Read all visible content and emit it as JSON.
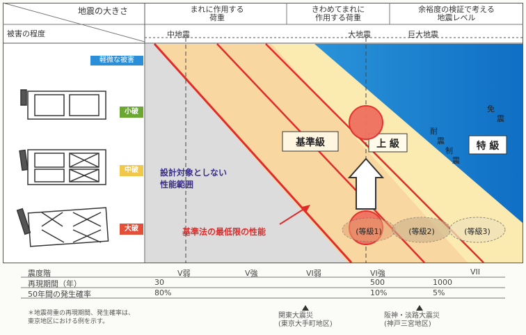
{
  "header": {
    "magnitude_label": "地震の大きさ",
    "damage_label": "被害の程度",
    "col1": [
      "まれに作用する",
      "荷重"
    ],
    "col2": [
      "きわめてまれに",
      "作用する荷重"
    ],
    "col3": [
      "余裕度の検証で考える",
      "地震レベル"
    ],
    "sub1": "中地震",
    "sub2": "大地震",
    "sub3": "巨大地震"
  },
  "damage_levels": {
    "light": "軽微な被害",
    "small": "小破",
    "medium": "中破",
    "large": "大破"
  },
  "regions": {
    "outside": [
      "設計対象としない",
      "性能範囲"
    ],
    "standard": "基準級",
    "upper": "上 級",
    "special": "特 級",
    "isolation": [
      "免",
      "震"
    ],
    "seismic_control": [
      "耐",
      "震",
      "制",
      "震"
    ]
  },
  "annotations": {
    "law_minimum": "基準法の最低限の性能",
    "grade1": "(等級1)",
    "grade2": "(等級2)",
    "grade3": "(等級3)"
  },
  "table": {
    "rows": [
      {
        "label": "震度階",
        "values": [
          "V弱",
          "V強",
          "VI弱",
          "VI強",
          "VII"
        ]
      },
      {
        "label": "再現期間（年）",
        "values": [
          "30",
          "500",
          "1000"
        ]
      },
      {
        "label": "50年間の発生確率",
        "values": [
          "80%",
          "10%",
          "5%"
        ]
      }
    ]
  },
  "notes": {
    "footnote": [
      "＊地震荷重の再現期間、発生確率は、",
      "東京地区における例を示す。"
    ],
    "event1": [
      "関東大震災",
      "(東京大手町地区)"
    ],
    "event2": [
      "阪神・淡路大震災",
      "(神戸三宮地区)"
    ]
  },
  "colors": {
    "gray_zone": "#d9d9d9",
    "orange_zone": "#f9d7a0",
    "yellow_zone": "#fcebb0",
    "blue_zone": "#2a93d9",
    "red_line": "#e12a2a",
    "light_badge": "#2a8fd8",
    "small_badge": "#6aa832",
    "medium_badge": "#f1c84a",
    "large_badge": "#e2503a",
    "outside_text": "#3a2f8a"
  }
}
